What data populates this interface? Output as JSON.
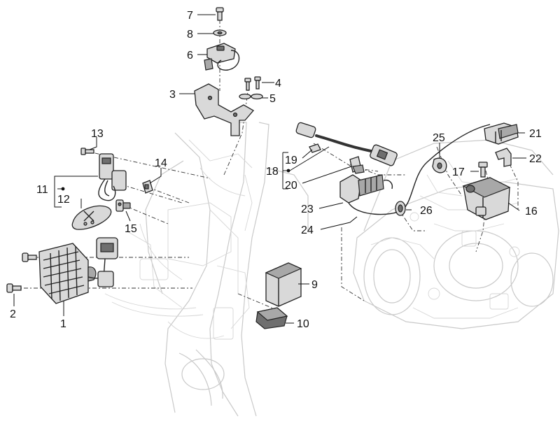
{
  "callouts": {
    "c1": "1",
    "c2": "2",
    "c3": "3",
    "c4": "4",
    "c5": "5",
    "c6": "6",
    "c7": "7",
    "c8": "8",
    "c9": "9",
    "c10": "10",
    "c11": "11",
    "c12": "12",
    "c13": "13",
    "c14": "14",
    "c15": "15",
    "c16": "16",
    "c17": "17",
    "c18": "18",
    "c19": "19",
    "c20": "20",
    "c21": "21",
    "c22": "22",
    "c23": "23",
    "c24": "24",
    "c25": "25",
    "c26": "26"
  },
  "colors": {
    "background": "#ffffff",
    "ghost_frame": "#c9c9c9",
    "part_fill": "#d9d9d9",
    "outline": "#222222"
  }
}
